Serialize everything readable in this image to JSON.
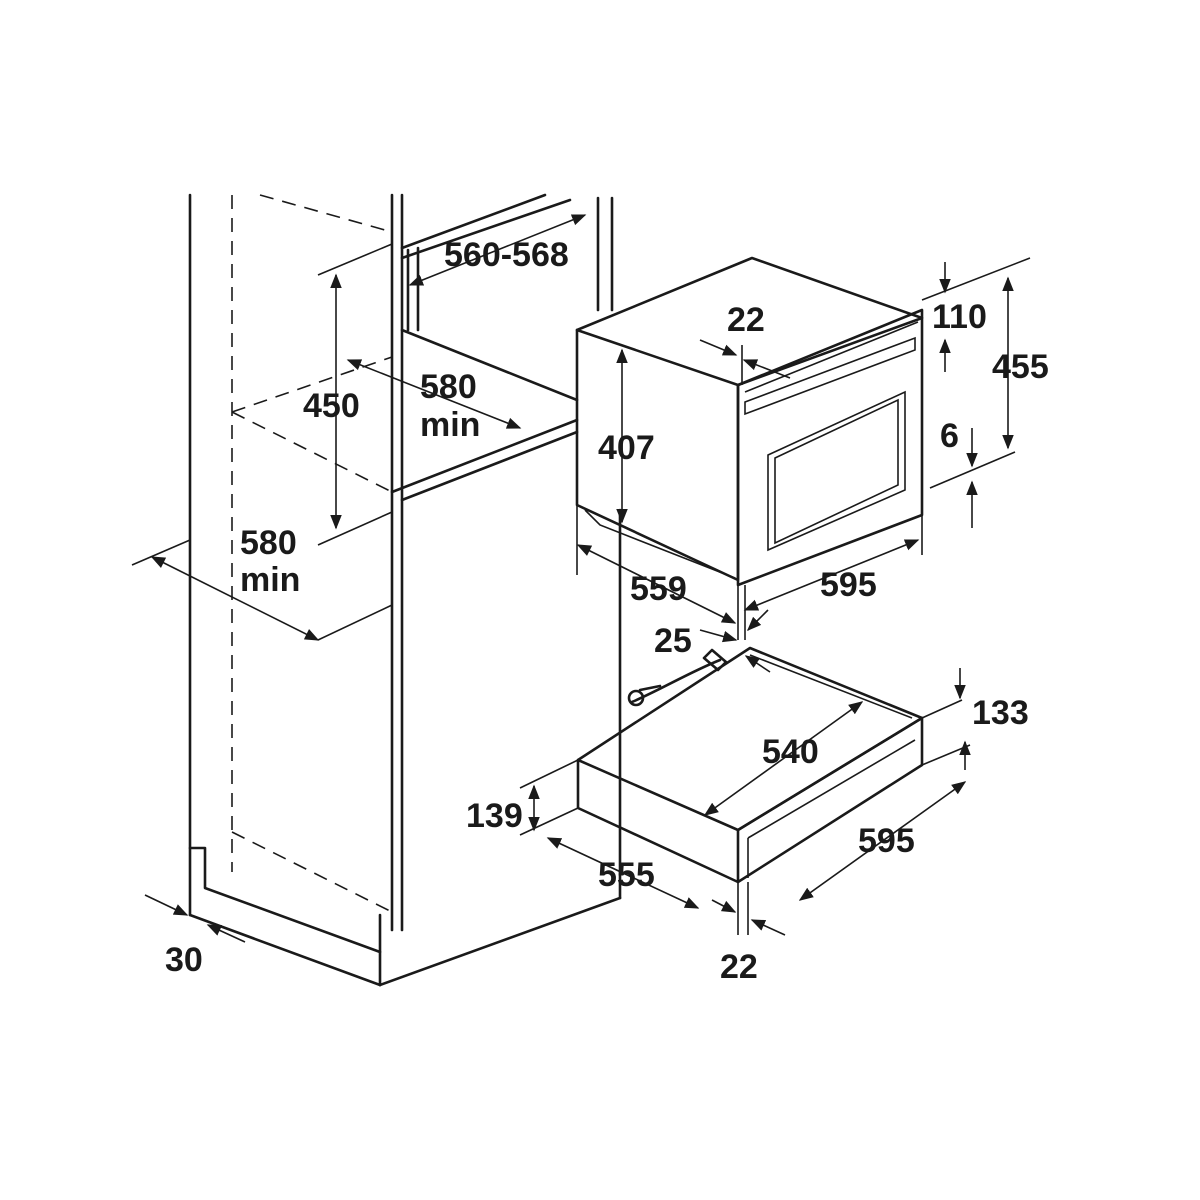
{
  "dimensions": {
    "niche_depth": "560-568",
    "niche_height": "450",
    "niche_width_label": "580",
    "niche_width_suffix": "min",
    "cabinet_depth_label": "580",
    "cabinet_depth_suffix": "min",
    "plinth": "30",
    "oven_top_offset": "22",
    "oven_height_body": "407",
    "oven_depth": "559",
    "oven_width": "595",
    "oven_top_gap": "110",
    "oven_total_height": "455",
    "oven_bottom_gap": "6",
    "connection_gap": "25",
    "drawer_depth_inner": "540",
    "drawer_front_height": "133",
    "drawer_height": "139",
    "drawer_depth": "555",
    "drawer_width": "595",
    "drawer_front_offset": "22"
  },
  "colors": {
    "line": "#1a1a1a",
    "background": "#ffffff"
  }
}
